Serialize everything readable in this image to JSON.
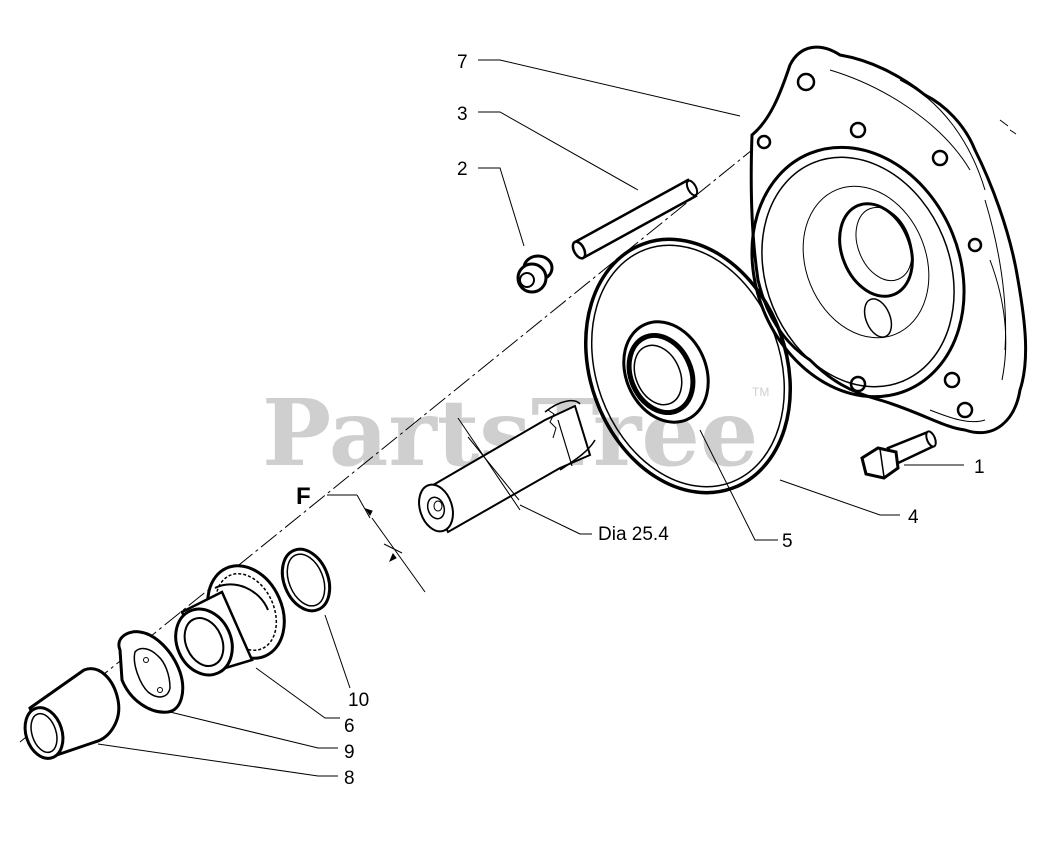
{
  "diagram": {
    "watermark": "PartsTree",
    "trademark": "TM",
    "callouts": {
      "c1": "1",
      "c2": "2",
      "c3": "3",
      "c4": "4",
      "c5": "5",
      "c6": "6",
      "c7": "7",
      "c8": "8",
      "c9": "9",
      "c10": "10"
    },
    "dimension_label": "Dia 25.4",
    "section_marker": "F"
  }
}
